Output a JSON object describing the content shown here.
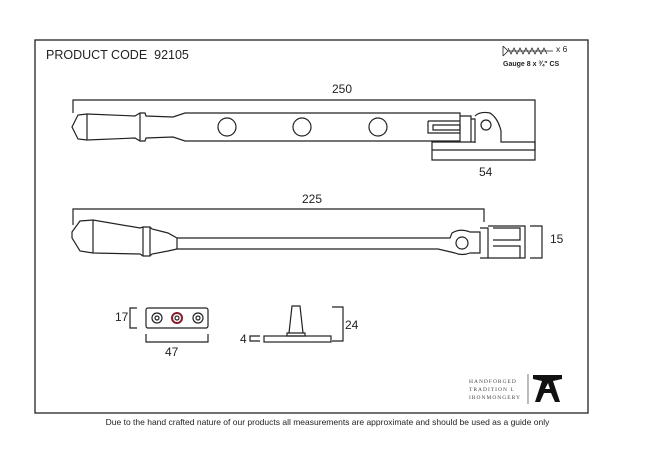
{
  "header": {
    "product_code_label": "PRODUCT CODE",
    "product_code": "92105"
  },
  "screws": {
    "count": "x 6",
    "gauge": "Gauge 8 x ¾\" CS",
    "icon": "screw-icon"
  },
  "stay_arm": {
    "length": "250",
    "plate_width": "54"
  },
  "pin_arm": {
    "length": "225",
    "bracket_height": "15"
  },
  "pin_plate": {
    "height": "17",
    "width": "47"
  },
  "pin": {
    "base_height": "4",
    "height": "24"
  },
  "brand": {
    "line1": "HANDFORGED",
    "line2": "TRADITION L",
    "line3": "IRONMONGERY",
    "logo": "anvil-A-logo"
  },
  "footer": {
    "disclaimer": "Due to the hand crafted nature of our products all measurements are approximate and should be used as a guide only"
  },
  "colors": {
    "line": "#222222",
    "accent_hole": "#8b1a2b"
  }
}
